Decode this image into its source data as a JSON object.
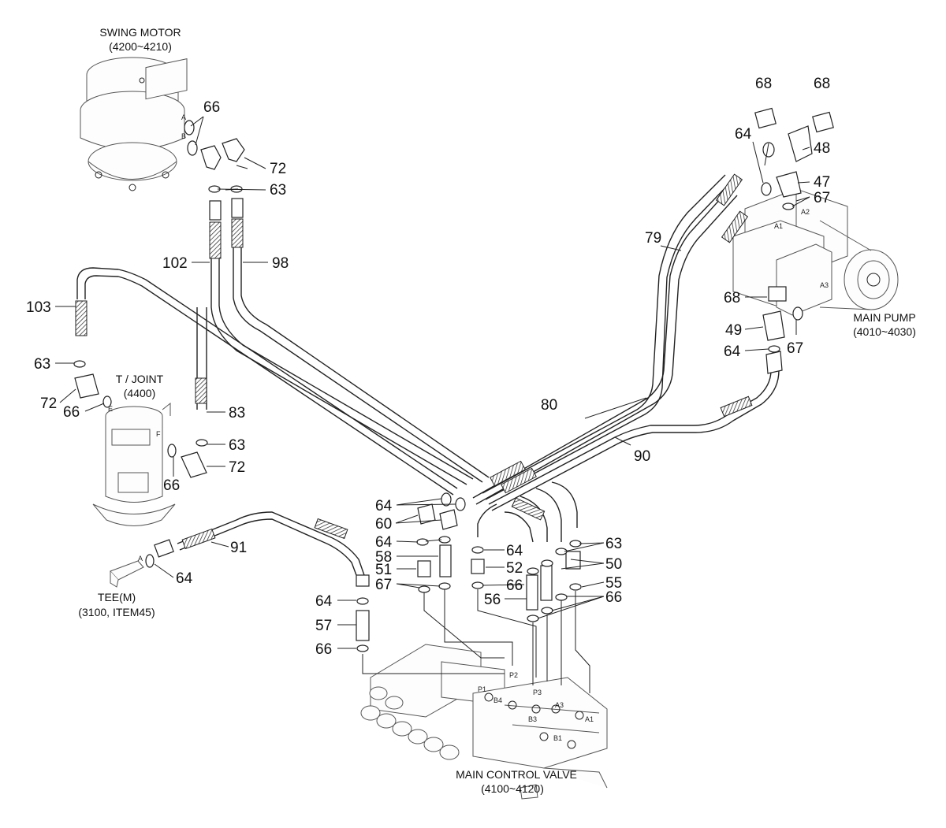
{
  "components": {
    "swing_motor": {
      "name": "SWING MOTOR",
      "ref": "(4200~4210)"
    },
    "main_pump": {
      "name": "MAIN PUMP",
      "ref": "(4010~4030)"
    },
    "t_joint": {
      "name": "T / JOINT",
      "ref": "(4400)"
    },
    "tee_m": {
      "name": "TEE(M)",
      "ref": "(3100, ITEM45)"
    },
    "main_control_valve": {
      "name": "MAIN CONTROL VALVE",
      "ref": "(4100~4120)"
    }
  },
  "callouts": [
    "66",
    "72",
    "63",
    "68",
    "68",
    "64",
    "48",
    "47",
    "67",
    "79",
    "102",
    "98",
    "103",
    "68",
    "49",
    "67",
    "64",
    "63",
    "72",
    "66",
    "83",
    "63",
    "72",
    "66",
    "80",
    "90",
    "64",
    "60",
    "64",
    "58",
    "51",
    "67",
    "64",
    "52",
    "66",
    "63",
    "50",
    "55",
    "56",
    "66",
    "91",
    "64",
    "64",
    "57",
    "66"
  ],
  "port_labels": [
    "A",
    "B",
    "A1",
    "A2",
    "A3",
    "E",
    "F",
    "A",
    "P1",
    "P2",
    "B4",
    "P3",
    "A3",
    "B3",
    "A1",
    "B1"
  ]
}
